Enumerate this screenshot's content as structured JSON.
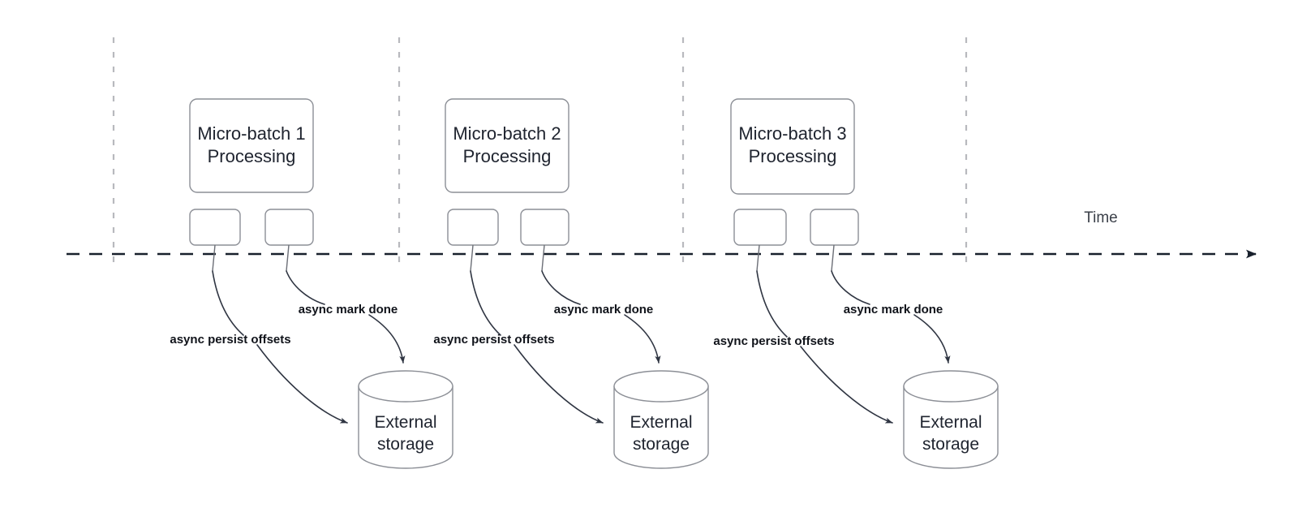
{
  "diagram": {
    "title_text_present": false,
    "colors": {
      "background": "#ffffff",
      "shape_stroke": "#8c8f96",
      "shape_fill": "#ffffff",
      "flow_stroke": "#2f3542",
      "timeline_stroke": "#18202c",
      "tick_stroke": "#b8b9be",
      "text_dark": "#202530",
      "label_bold": "#10131a",
      "axis_label": "#3b4049"
    },
    "timeline": {
      "axis_label": "Time",
      "arrow_head": "right-arrow",
      "style": "dashed"
    },
    "groups": [
      {
        "id": "group-1",
        "process_box": {
          "line1": "Micro-batch 1",
          "line2": "Processing"
        },
        "task_boxes": [
          {
            "id": "task-1a",
            "label": ""
          },
          {
            "id": "task-1b",
            "label": ""
          }
        ],
        "edges": [
          {
            "id": "edge-persist-1",
            "label": "async persist offsets",
            "target": "storage-1"
          },
          {
            "id": "edge-markdone-1",
            "label": "async mark done",
            "target": "storage-1"
          }
        ],
        "storage": {
          "id": "storage-1",
          "line1": "External",
          "line2": "storage",
          "shape": "cylinder"
        }
      },
      {
        "id": "group-2",
        "process_box": {
          "line1": "Micro-batch 2",
          "line2": "Processing"
        },
        "task_boxes": [
          {
            "id": "task-2a",
            "label": ""
          },
          {
            "id": "task-2b",
            "label": ""
          }
        ],
        "edges": [
          {
            "id": "edge-persist-2",
            "label": "async persist offsets",
            "target": "storage-2"
          },
          {
            "id": "edge-markdone-2",
            "label": "async mark done",
            "target": "storage-2"
          }
        ],
        "storage": {
          "id": "storage-2",
          "line1": "External",
          "line2": "storage",
          "shape": "cylinder"
        }
      },
      {
        "id": "group-3",
        "process_box": {
          "line1": "Micro-batch 3",
          "line2": "Processing"
        },
        "task_boxes": [
          {
            "id": "task-3a",
            "label": ""
          },
          {
            "id": "task-3b",
            "label": ""
          }
        ],
        "edges": [
          {
            "id": "edge-persist-3",
            "label": "async persist offsets",
            "target": "storage-3"
          },
          {
            "id": "edge-markdone-3",
            "label": "async mark done",
            "target": "storage-3"
          }
        ],
        "storage": {
          "id": "storage-3",
          "line1": "External",
          "line2": "storage",
          "shape": "cylinder"
        }
      }
    ]
  }
}
